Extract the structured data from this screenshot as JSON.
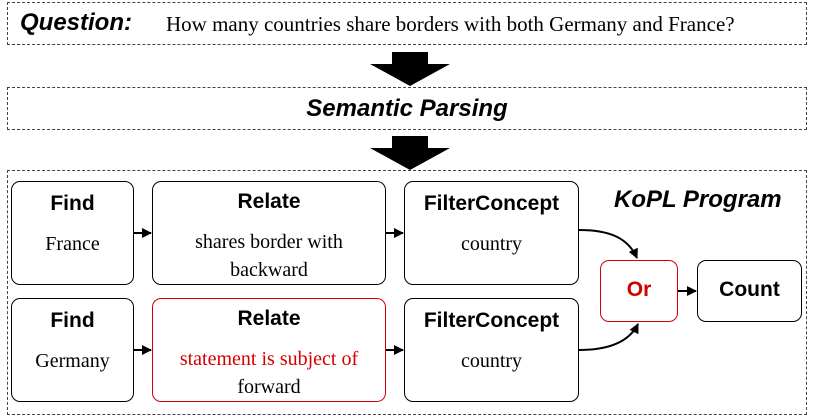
{
  "question": {
    "label": "Question:",
    "text": "How many countries share borders with both Germany and France?"
  },
  "semantic_parsing": {
    "label": "Semantic Parsing"
  },
  "program": {
    "label": "KoPL Program",
    "row1": {
      "find": {
        "op": "Find",
        "arg": "France"
      },
      "relate": {
        "op": "Relate",
        "arg1": "shares border with",
        "arg2": "backward"
      },
      "filter": {
        "op": "FilterConcept",
        "arg": "country"
      }
    },
    "row2": {
      "find": {
        "op": "Find",
        "arg": "Germany"
      },
      "relate": {
        "op": "Relate",
        "arg1": "statement is subject of",
        "arg2": "forward"
      },
      "filter": {
        "op": "FilterConcept",
        "arg": "country"
      }
    },
    "or": {
      "op": "Or"
    },
    "count": {
      "op": "Count"
    }
  },
  "colors": {
    "highlight": "#d40000",
    "arrow": "#000000"
  }
}
